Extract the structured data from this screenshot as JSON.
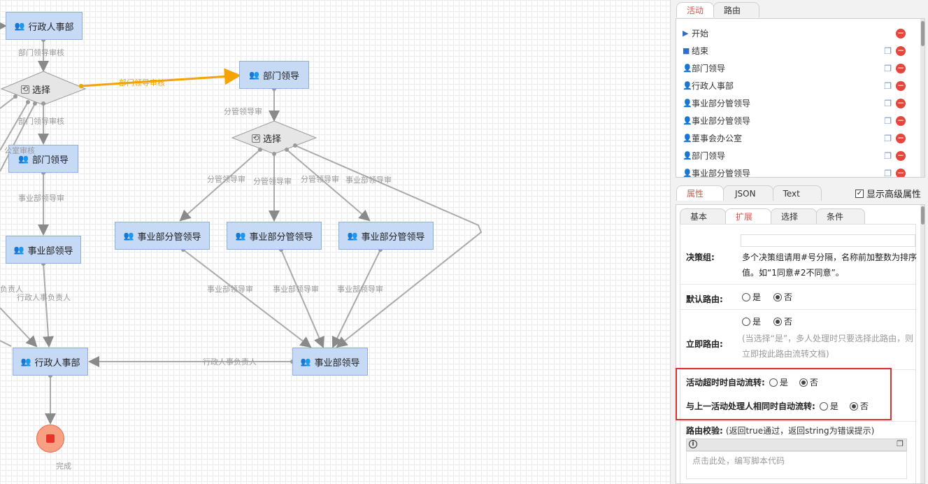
{
  "canvas": {
    "nodes": [
      {
        "id": "n1",
        "label": "行政人事部"
      },
      {
        "id": "n2",
        "label": "部门领导"
      },
      {
        "id": "n3",
        "label": "部门领导"
      },
      {
        "id": "n4",
        "label": "事业部领导"
      },
      {
        "id": "n5",
        "label": "事业部分管领导"
      },
      {
        "id": "n6",
        "label": "事业部分管领导"
      },
      {
        "id": "n7",
        "label": "事业部分管领导"
      },
      {
        "id": "n8",
        "label": "行政人事部"
      },
      {
        "id": "n9",
        "label": "事业部领导"
      }
    ],
    "decisions": [
      {
        "id": "d1",
        "label": "选择"
      },
      {
        "id": "d2",
        "label": "选择"
      }
    ],
    "edge_labels": [
      "部门领导审核",
      "部门领导审核",
      "部门领导审核",
      "公室审核",
      "分管领导审",
      "事业部领导审",
      "分管领导审",
      "分管领导审",
      "分管领导审",
      "事业部领导审",
      "负责人",
      "行政人事负责人",
      "事业部领导审",
      "事业部领导审",
      "事业部领导审",
      "行政人事负责人"
    ],
    "end_label": "完成",
    "highlight_color": "#f5a300"
  },
  "right": {
    "top_tabs": [
      "活动",
      "路由"
    ],
    "activities": [
      {
        "label": "开始",
        "icon": "play-icon"
      },
      {
        "label": "结束",
        "icon": "stop-icon"
      },
      {
        "label": "部门领导",
        "icon": "user-icon"
      },
      {
        "label": "行政人事部",
        "icon": "user-icon"
      },
      {
        "label": "事业部分管领导",
        "icon": "user-icon"
      },
      {
        "label": "事业部分管领导",
        "icon": "user-icon"
      },
      {
        "label": "董事会办公室",
        "icon": "user-icon"
      },
      {
        "label": "部门领导",
        "icon": "user-icon"
      },
      {
        "label": "事业部分管领导",
        "icon": "user-icon"
      }
    ],
    "mid_tabs": [
      "属性",
      "JSON",
      "Text"
    ],
    "show_advanced": "显示高级属性",
    "prop_tabs": [
      "基本",
      "扩展",
      "选择",
      "条件"
    ],
    "props": {
      "decision_group_label": "决策组:",
      "decision_group_hint": "多个决策组请用#号分隔，名称前加整数为排序值。如“1同意#2不同意”。",
      "default_route_label": "默认路由:",
      "immediate_route_label": "立即路由:",
      "immediate_route_hint": "(当选择“是”，多人处理时只要选择此路由，则立即按此路由流转文档)",
      "yes": "是",
      "no": "否",
      "timeout_label": "活动超时时自动流转:",
      "same_handler_label": "与上一活动处理人相同时自动流转:",
      "route_check_label": "路由校验:",
      "route_check_hint": "(返回true通过，返回string为错误提示)",
      "code_placeholder": "点击此处，编写脚本代码"
    },
    "accent_color": "#d9534f",
    "highlight_box_color": "#e0302c"
  }
}
